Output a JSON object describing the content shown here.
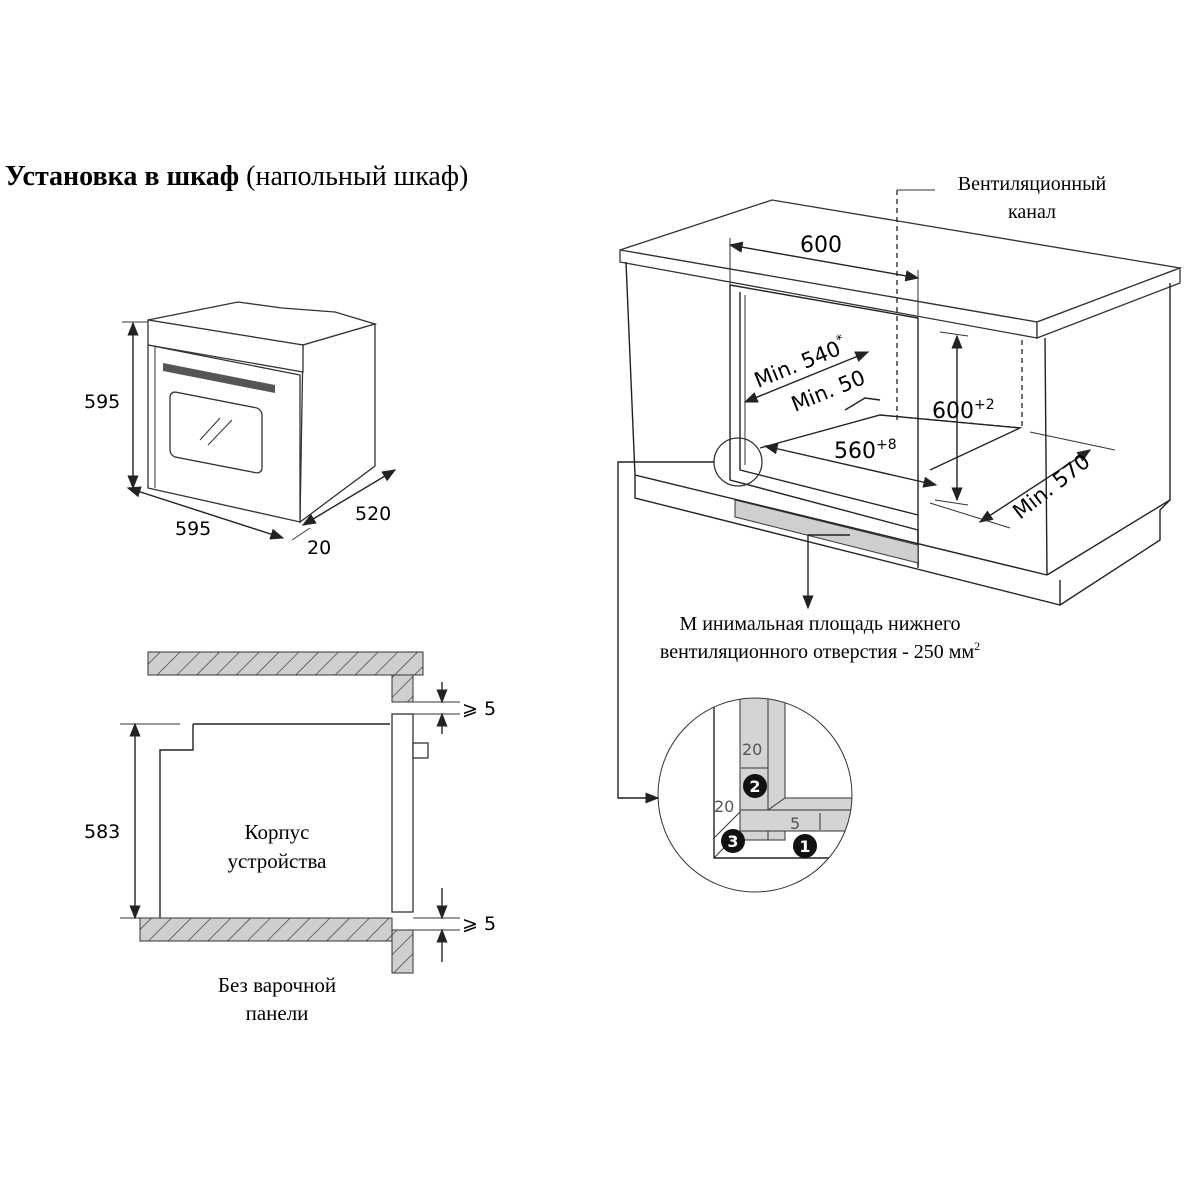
{
  "title": {
    "bold": "Установка в шкаф",
    "normal": " (напольный шкаф)"
  },
  "oven_dims": {
    "height": "595",
    "width": "595",
    "depth": "520",
    "door": "20"
  },
  "section": {
    "height": "583",
    "gap_top": "⩾ 5",
    "gap_bottom": "⩾ 5",
    "body_label_1": "Корпус",
    "body_label_2": "устройства",
    "caption_1": "Без варочной",
    "caption_2": "панели"
  },
  "cabinet": {
    "vent_1": "Вентиляционный",
    "vent_2": "канал",
    "width": "600",
    "min_depth": "Min. 540",
    "min_depth_mark": "*",
    "min_gap": "Min. 50",
    "height": "600",
    "height_tol": "+2",
    "inner_width": "560",
    "inner_width_tol": "+8",
    "min_570": "Min. 570",
    "vent_note_1": "М инимальная площадь нижнего",
    "vent_note_2": "вентиляционного отверстия - 250 мм",
    "vent_note_sup": "2"
  },
  "detail": {
    "dim_a": "20",
    "dim_b": "20",
    "dim_c": "5",
    "marker_1": "1",
    "marker_2": "2",
    "marker_3": "3"
  },
  "colors": {
    "panel_grey": "#d4d4d4",
    "line": "#222222"
  }
}
